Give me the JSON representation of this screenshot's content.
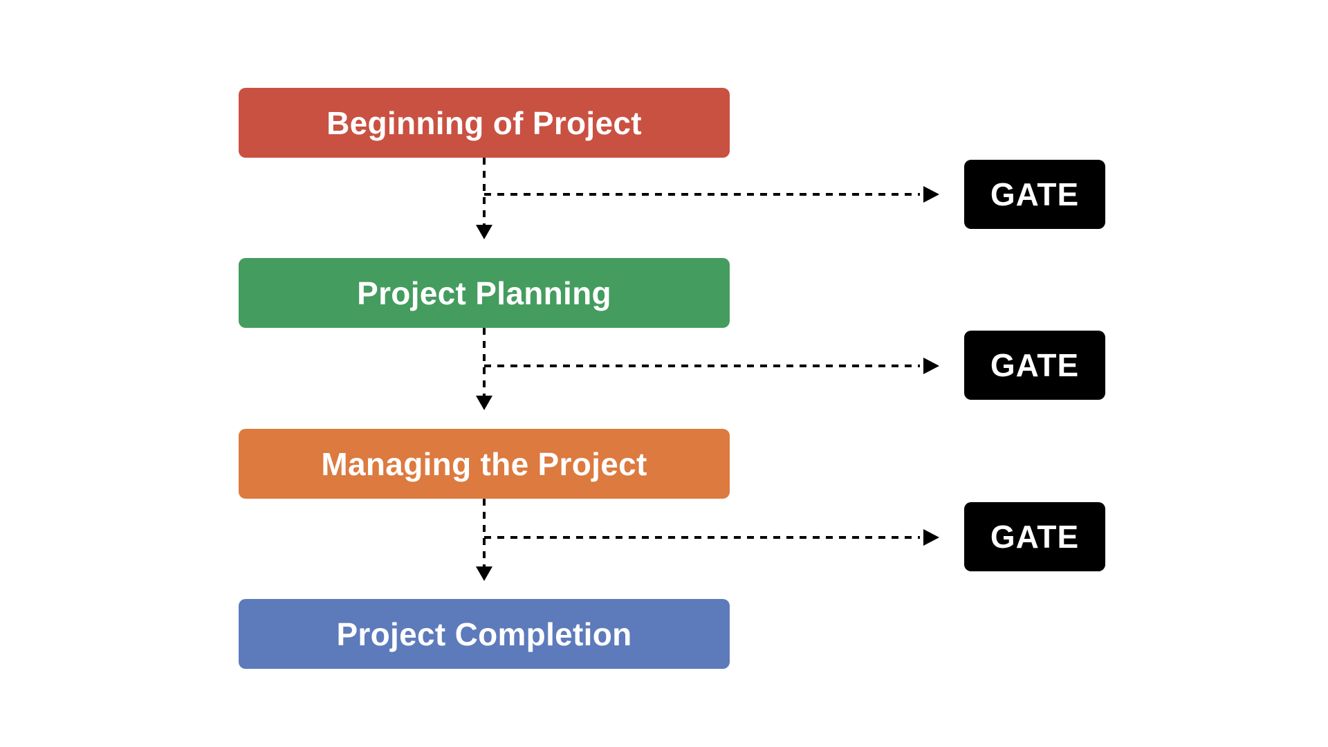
{
  "stages": [
    {
      "label": "Beginning of Project",
      "color": "#c95142"
    },
    {
      "label": "Project Planning",
      "color": "#449c5f"
    },
    {
      "label": "Managing the Project",
      "color": "#dc7a3f"
    },
    {
      "label": "Project Completion",
      "color": "#5d7bbb"
    }
  ],
  "gates": [
    {
      "label": "GATE"
    },
    {
      "label": "GATE"
    },
    {
      "label": "GATE"
    }
  ],
  "connector_color": "#000000",
  "gate_color": "#000000"
}
